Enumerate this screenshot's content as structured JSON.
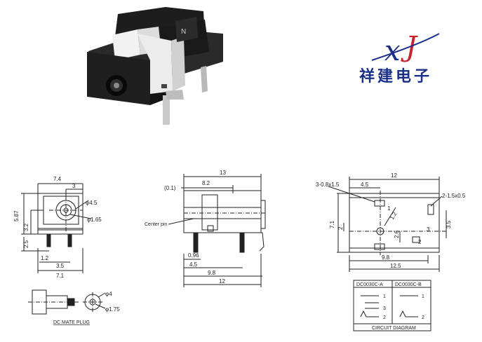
{
  "brand": {
    "logo_text": "xJ",
    "chinese_name": "祥建电子"
  },
  "front_view": {
    "dims": [
      "7.4",
      "3",
      "φ4.5",
      "φ1.65",
      "5.87",
      "3.2",
      "2.5",
      "1.2",
      "3.5",
      "7.1"
    ]
  },
  "side_view": {
    "dims": [
      "13",
      "(0.1)",
      "8.2",
      "0.96",
      "4.5",
      "9.8",
      "12"
    ],
    "center_pin_label": "Center pin"
  },
  "bottom_view": {
    "dims": [
      "12",
      "3-0.8x1.5",
      "4.5",
      "2-1.5x0.5",
      "1.2",
      "7.1",
      "2",
      "2.6",
      "3.5",
      "9.8",
      "12.5"
    ],
    "pin_numbers": [
      "1",
      "2",
      "3"
    ]
  },
  "mate_plug": {
    "dims": [
      "φ4",
      "φ1.75"
    ],
    "label": "DC MATE PLUG"
  },
  "circuit_table": {
    "headers": [
      "DC0030C-A",
      "DC0030C-B"
    ],
    "pins_a": [
      "1",
      "3",
      "2"
    ],
    "pins_b": [
      "1",
      "2"
    ],
    "footer": "CIRCUIT DIAGRAM"
  },
  "colors": {
    "brand_blue": "#1a2f8a",
    "logo_red": "#c8232c",
    "body_black": "#1d1d1d",
    "ink": "#222222"
  }
}
